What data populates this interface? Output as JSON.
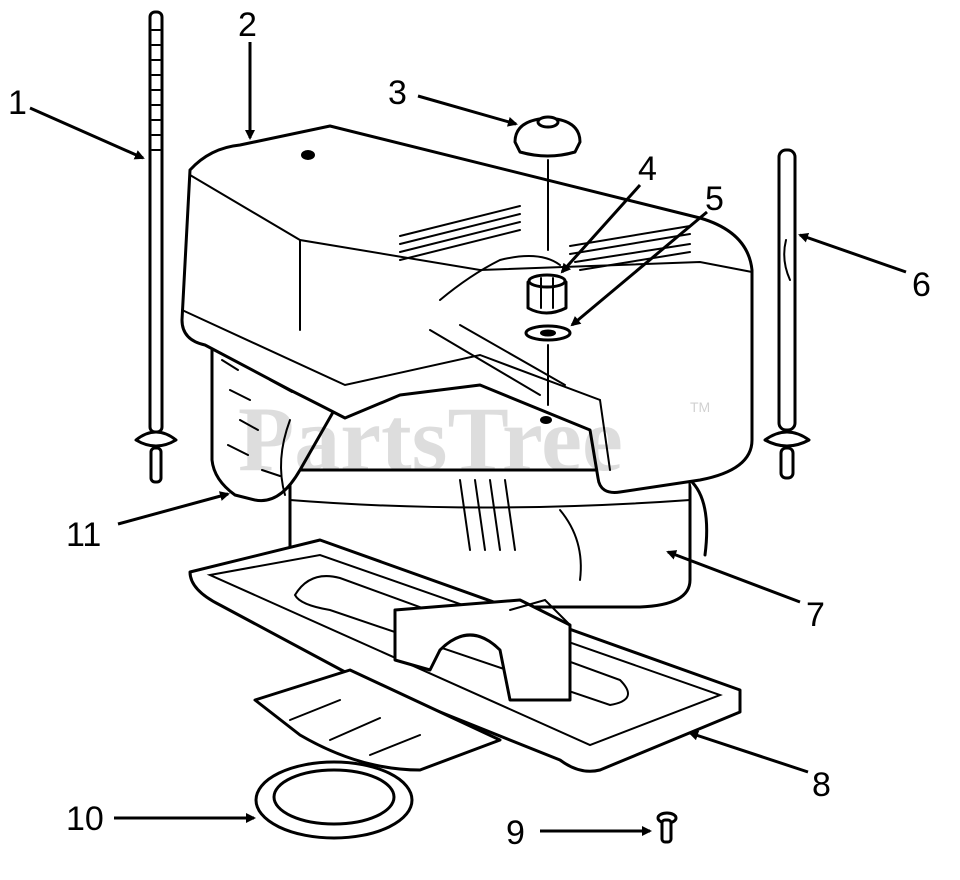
{
  "watermark": {
    "text": "PartsTree",
    "tm": "TM"
  },
  "callouts": [
    {
      "id": "1",
      "label": "1"
    },
    {
      "id": "2",
      "label": "2"
    },
    {
      "id": "3",
      "label": "3"
    },
    {
      "id": "4",
      "label": "4"
    },
    {
      "id": "5",
      "label": "5"
    },
    {
      "id": "6",
      "label": "6"
    },
    {
      "id": "7",
      "label": "7"
    },
    {
      "id": "8",
      "label": "8"
    },
    {
      "id": "9",
      "label": "9"
    },
    {
      "id": "10",
      "label": "10"
    },
    {
      "id": "11",
      "label": "11"
    }
  ]
}
